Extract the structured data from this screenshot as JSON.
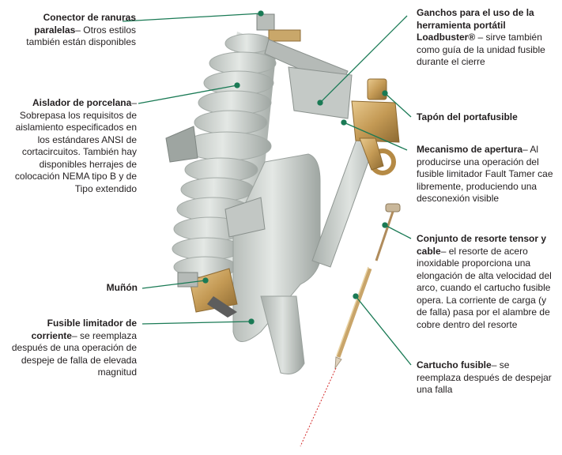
{
  "callouts": {
    "conector": {
      "title": "Conector de ranuras paralelas",
      "body": "– Otros estilos también están disponibles"
    },
    "aislador": {
      "title": "Aislador de porcelana",
      "body": "– Sobrepasa los requisitos de aislamiento especificados en los estándares ANSI de cortacircuitos. También hay disponibles herrajes de colocación NEMA tipo B y de Tipo extendido"
    },
    "munon": {
      "title": "Muñón",
      "body": ""
    },
    "fusible_limitador": {
      "title": "Fusible limitador de corriente",
      "body": "– se reemplaza después de una operación de despeje de falla de elevada magnitud"
    },
    "ganchos": {
      "title": "Ganchos para el uso de la herramienta portátil Loadbuster®",
      "body": " – sirve también como guía de la unidad fusible durante el cierre"
    },
    "tapon": {
      "title": "Tapón del portafusible",
      "body": ""
    },
    "mecanismo": {
      "title": "Mecanismo de apertura",
      "body": "– Al producirse una operación del fusible limitador Fault Tamer cae libremente, produciendo una desconexión visible"
    },
    "resorte": {
      "title": "Conjunto de resorte tensor y cable",
      "body": "– el resorte de acero inoxidable proporciona una elongación de alta velocidad del arco, cuando el cartucho fusible opera. La corriente de carga (y de falla) pasa por el alambre de cobre dentro del resorte"
    },
    "cartucho": {
      "title": "Cartucho fusible",
      "body": "– se reemplaza después de despejar una falla"
    }
  },
  "colors": {
    "leader_line": "#1a7a55",
    "porcelain": "#d3d8d5",
    "porcelain_shadow": "#a9b0ac",
    "brass": "#c49a55",
    "text": "#231f20"
  }
}
